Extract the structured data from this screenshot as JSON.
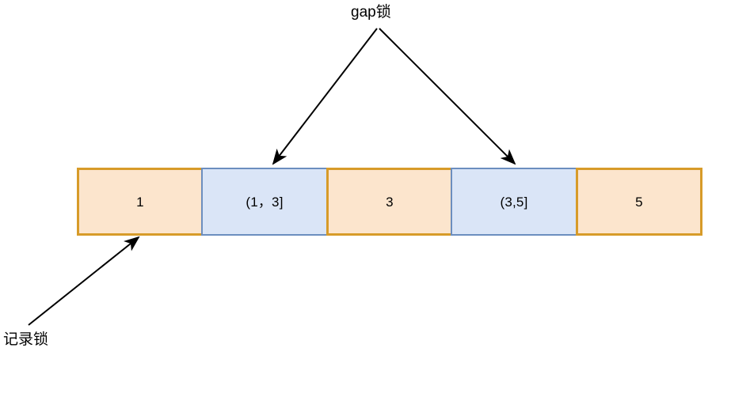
{
  "diagram": {
    "title_label": "gap锁",
    "record_lock_label": "记录锁",
    "colors": {
      "record_fill": "#fce5cd",
      "record_border": "#d79b29",
      "gap_fill": "#dae5f7",
      "gap_border": "#6c8ebf",
      "arrow": "#000000",
      "background": "#ffffff"
    },
    "cells": [
      {
        "label": "1",
        "kind": "record"
      },
      {
        "label": "(1，3]",
        "kind": "gap"
      },
      {
        "label": "3",
        "kind": "record"
      },
      {
        "label": "(3,5]",
        "kind": "gap"
      },
      {
        "label": "5",
        "kind": "record"
      }
    ],
    "annotations": [
      {
        "name": "gap-lock-annotation",
        "text": "gap锁",
        "points_to": [
          "(1，3]",
          "(3,5]"
        ]
      },
      {
        "name": "record-lock-annotation",
        "text": "记录锁",
        "points_to": [
          "1"
        ]
      }
    ]
  }
}
